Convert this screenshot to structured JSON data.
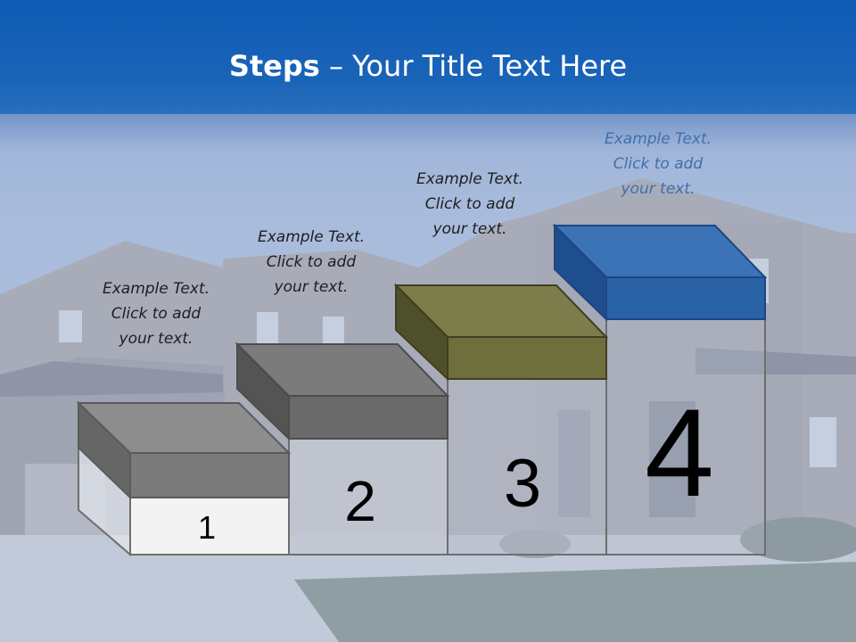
{
  "title": {
    "bold": "Steps",
    "rest": " – Your Title Text Here"
  },
  "steps": [
    {
      "number": "1",
      "line1": "Example Text.",
      "line2": "Click  to add",
      "line3": "your text."
    },
    {
      "number": "2",
      "line1": "Example Text.",
      "line2": "Click  to add",
      "line3": "your text."
    },
    {
      "number": "3",
      "line1": "Example Text.",
      "line2": "Click  to add",
      "line3": "your text."
    },
    {
      "number": "4",
      "line1": "Example Text.",
      "line2": "Click  to add",
      "line3": "your text."
    }
  ],
  "colors": {
    "title_bar": "#1660b6",
    "step1_block": "#7b7b7b",
    "step2_block": "#6a6a6a",
    "step3_block": "#6f6f3e",
    "step4_block": "#2a62a8",
    "step4_caption": "#3e6fae"
  }
}
